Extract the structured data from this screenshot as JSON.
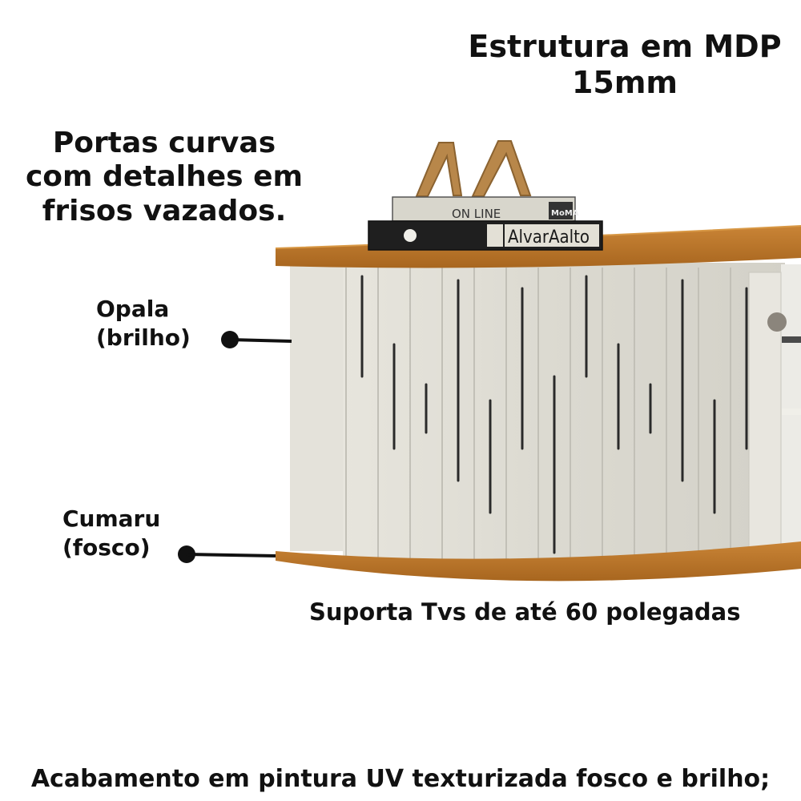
{
  "labels": {
    "estrutura_line1": "Estrutura em MDP",
    "estrutura_line2": "15mm",
    "portas_line1": "Portas curvas",
    "portas_line2": "com detalhes em",
    "portas_line3": "frisos vazados.",
    "opala_line1": "Opala",
    "opala_line2": "(brilho)",
    "cumaru_line1": "Cumaru",
    "cumaru_line2": "(fosco)",
    "suporta": "Suporta Tvs de até 60 polegadas",
    "acabamento": "Acabamento em pintura UV texturizada fosco e brilho;"
  },
  "books": {
    "top_spine_title": "ON LINE",
    "top_spine_logo": "MoMA",
    "bottom_spine_title": "AlvarAalto"
  },
  "colors": {
    "wood": "#b8732a",
    "door": "#dddbd2",
    "marker": "#111111"
  }
}
